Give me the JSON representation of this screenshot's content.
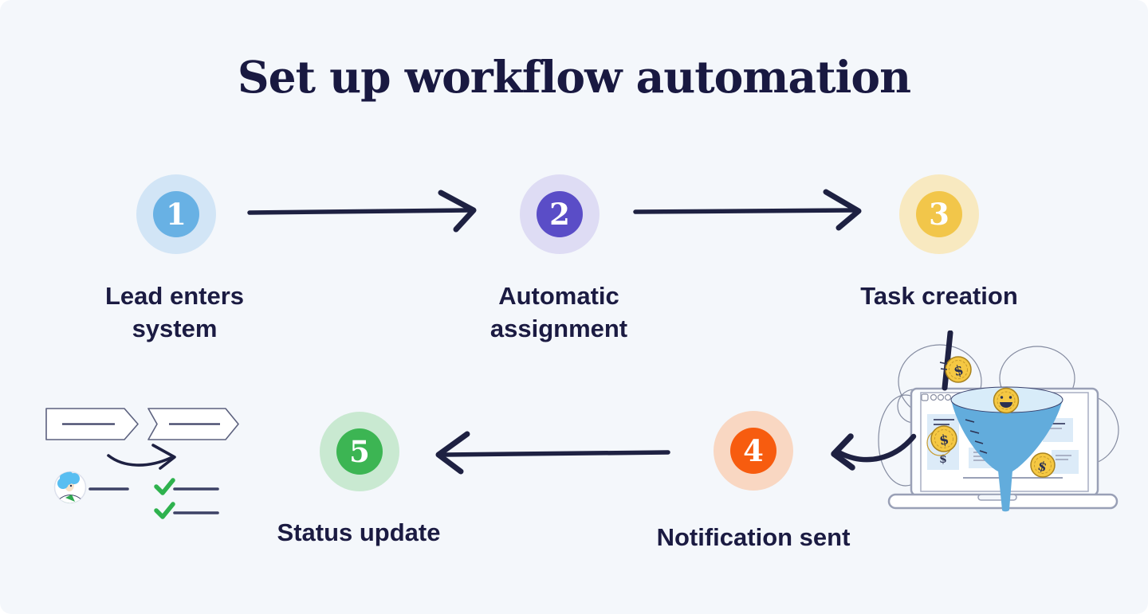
{
  "title": "Set up workflow automation",
  "background_color": "#f4f7fb",
  "text_color": "#1b1b42",
  "arrow_color": "#1e2142",
  "steps": [
    {
      "number": "1",
      "label": "Lead enters system",
      "color": "#68b1e4",
      "ring_color": "#d2e5f6"
    },
    {
      "number": "2",
      "label": "Automatic assignment",
      "color": "#5a4dc7",
      "ring_color": "#dedcf4"
    },
    {
      "number": "3",
      "label": "Task creation",
      "color": "#f2c64a",
      "ring_color": "#f8e9c0"
    },
    {
      "number": "4",
      "label": "Notification sent",
      "color": "#f75c0f",
      "ring_color": "#f9d7c2"
    },
    {
      "number": "5",
      "label": "Status update",
      "color": "#3cb553",
      "ring_color": "#c9e9d1"
    }
  ],
  "flow_sequence": [
    "1 → 2",
    "2 → 3",
    "3 → 4",
    "4 → 5"
  ],
  "icons": {
    "dollar_sign": "$",
    "check_color": "#2eb24e",
    "coin_color": "#f5c843",
    "funnel_color": "#62acdc"
  }
}
